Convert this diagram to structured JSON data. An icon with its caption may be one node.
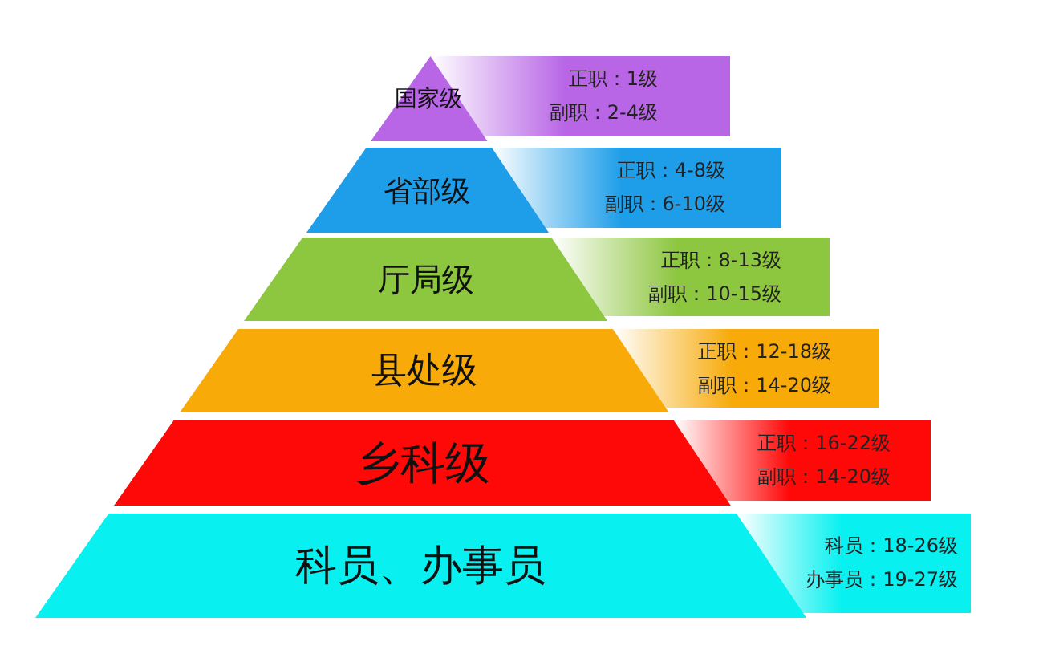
{
  "diagram": {
    "nodes": [
      {
        "text": [
          "国家级"
        ]
      },
      {
        "text": [
          "正职：1级",
          "副职：2-4级"
        ]
      },
      {
        "text": [
          "省部级"
        ]
      },
      {
        "text": [
          "正职：4-8级",
          "副职：6-10级"
        ]
      },
      {
        "text": [
          "厅局级"
        ]
      },
      {
        "text": [
          "正职：8-13级",
          "副职：10-15级"
        ]
      },
      {
        "text": [
          "县处级"
        ]
      },
      {
        "text": [
          "正职：12-18级",
          "副职：14-20级"
        ]
      },
      {
        "text": [
          "乡科级"
        ]
      },
      {
        "text": [
          "正职：16-22级",
          "副职：14-20级"
        ]
      },
      {
        "text": [
          "科员、办事员"
        ]
      },
      {
        "text": [
          "科员：18-26级",
          "办事员：19-27级"
        ]
      }
    ]
  }
}
